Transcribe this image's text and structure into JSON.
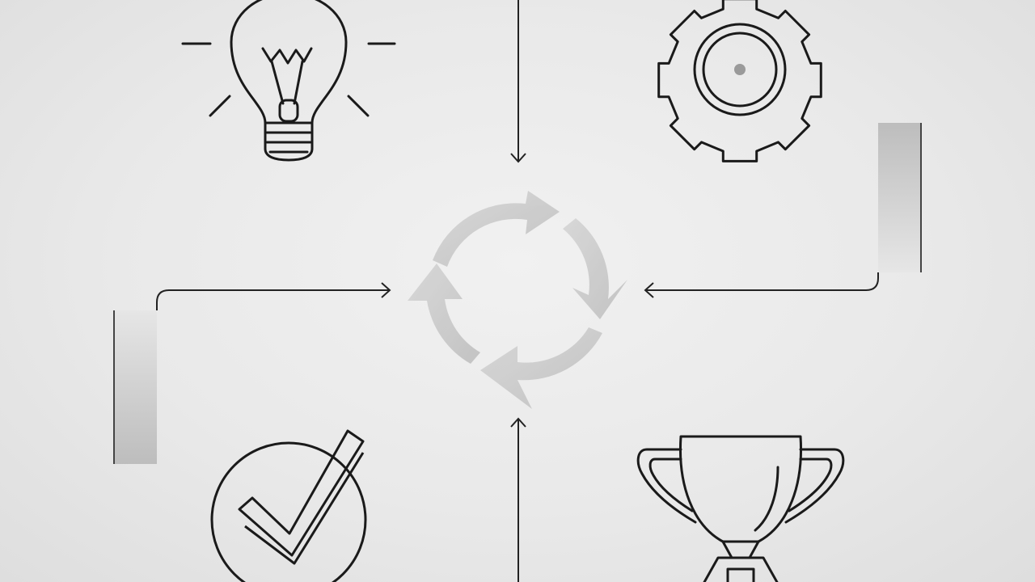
{
  "diagram": {
    "background_color": "#e9e9e9",
    "stroke_color": "#1a1a1a",
    "cycle_color": "#c8c8c8",
    "nodes": [
      {
        "id": "idea",
        "icon": "lightbulb-icon"
      },
      {
        "id": "process",
        "icon": "gear-icon"
      },
      {
        "id": "approval",
        "icon": "checkmark-circle-icon"
      },
      {
        "id": "success",
        "icon": "trophy-icon"
      }
    ],
    "center": {
      "icon": "cycle-arrows-icon"
    }
  }
}
